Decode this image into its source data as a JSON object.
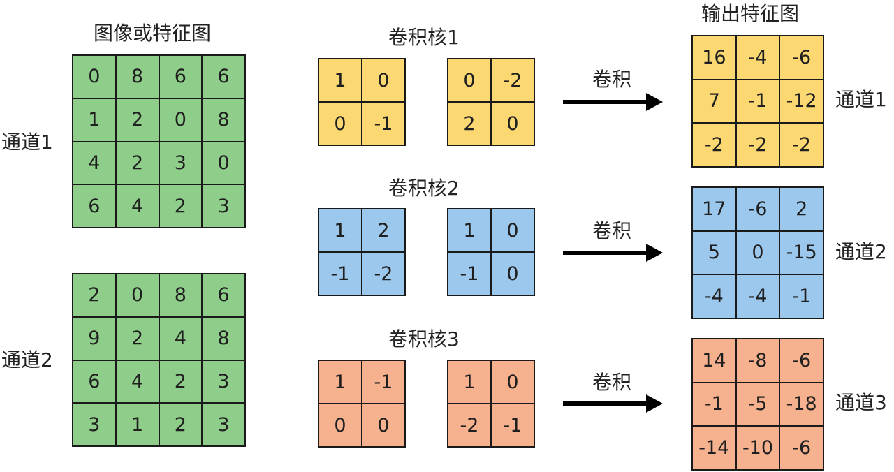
{
  "colors": {
    "green": "#8fcd8a",
    "yellow": "#fcd873",
    "blue": "#9bc8ec",
    "orange": "#f6b18f"
  },
  "input": {
    "title": "图像或特征图",
    "channel_labels": [
      "通道1",
      "通道2"
    ],
    "channels": [
      [
        [
          "0",
          "8",
          "6",
          "6"
        ],
        [
          "1",
          "2",
          "0",
          "8"
        ],
        [
          "4",
          "2",
          "3",
          "0"
        ],
        [
          "6",
          "4",
          "2",
          "3"
        ]
      ],
      [
        [
          "2",
          "0",
          "8",
          "6"
        ],
        [
          "9",
          "2",
          "4",
          "8"
        ],
        [
          "6",
          "4",
          "2",
          "3"
        ],
        [
          "3",
          "1",
          "2",
          "3"
        ]
      ]
    ]
  },
  "kernels": [
    {
      "title": "卷积核1",
      "mats": [
        [
          [
            "1",
            "0"
          ],
          [
            "0",
            "-1"
          ]
        ],
        [
          [
            "0",
            "-2"
          ],
          [
            "2",
            "0"
          ]
        ]
      ]
    },
    {
      "title": "卷积核2",
      "mats": [
        [
          [
            "1",
            "2"
          ],
          [
            "-1",
            "-2"
          ]
        ],
        [
          [
            "1",
            "0"
          ],
          [
            "-1",
            "0"
          ]
        ]
      ]
    },
    {
      "title": "卷积核3",
      "mats": [
        [
          [
            "1",
            "-1"
          ],
          [
            "0",
            "0"
          ]
        ],
        [
          [
            "1",
            "0"
          ],
          [
            "-2",
            "-1"
          ]
        ]
      ]
    }
  ],
  "arrow_label": "卷积",
  "output": {
    "title": "输出特征图",
    "channel_labels": [
      "通道1",
      "通道2",
      "通道3"
    ],
    "maps": [
      [
        [
          "16",
          "-4",
          "-6"
        ],
        [
          "7",
          "-1",
          "-12"
        ],
        [
          "-2",
          "-2",
          "-2"
        ]
      ],
      [
        [
          "17",
          "-6",
          "2"
        ],
        [
          "5",
          "0",
          "-15"
        ],
        [
          "-4",
          "-4",
          "-1"
        ]
      ],
      [
        [
          "14",
          "-8",
          "-6"
        ],
        [
          "-1",
          "-5",
          "-18"
        ],
        [
          "-14",
          "-10",
          "-6"
        ]
      ]
    ]
  }
}
